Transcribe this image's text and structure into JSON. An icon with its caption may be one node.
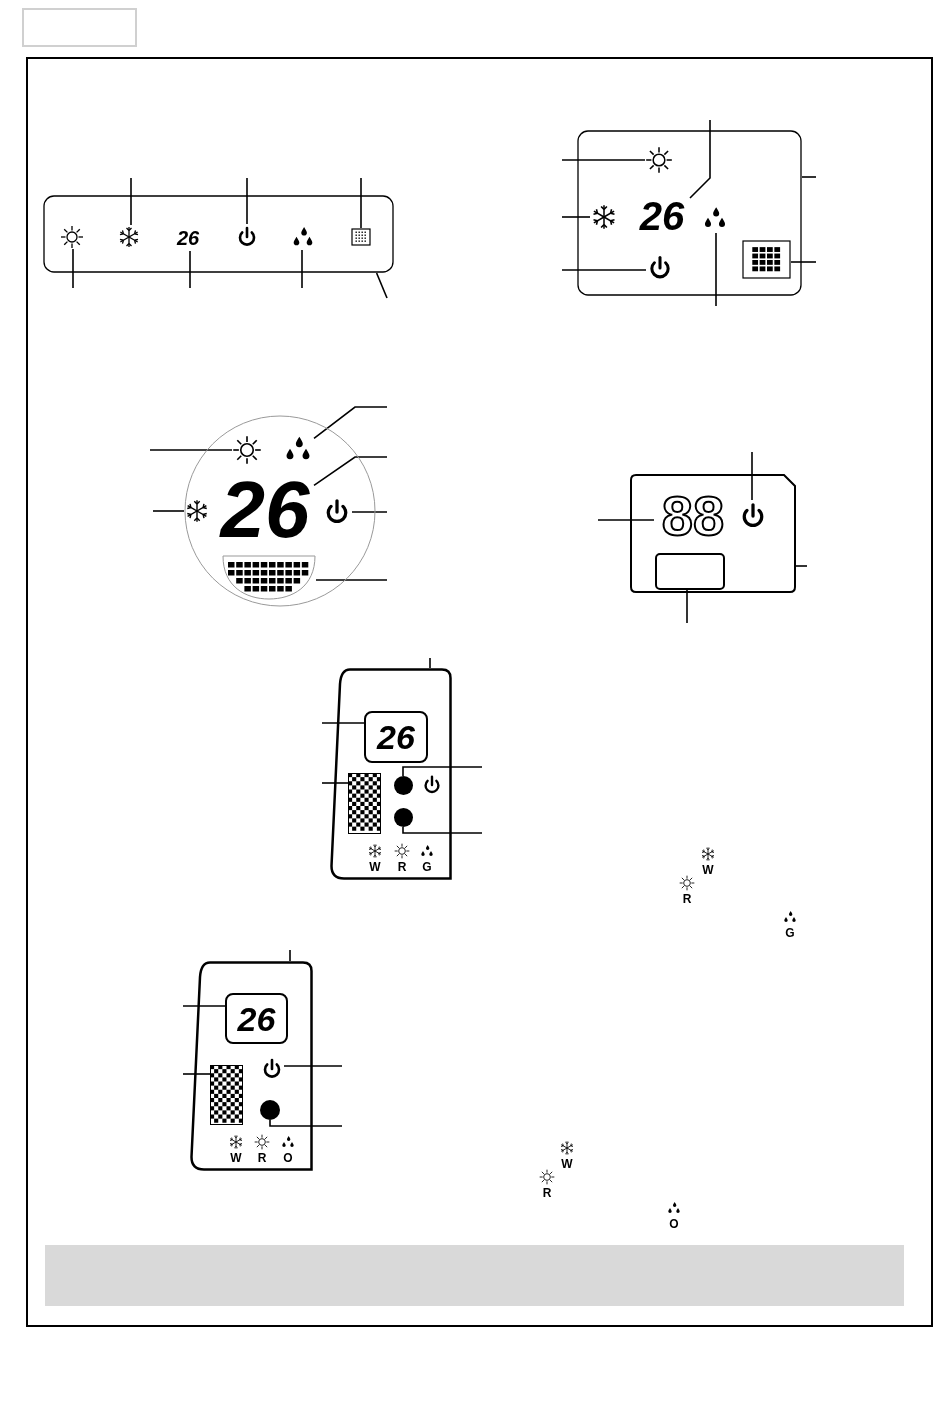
{
  "diagram": {
    "nodes": [
      {
        "text": [],
        "shape": "box"
      },
      {
        "text": [],
        "shape": "sun",
        "in": 0
      },
      {
        "text": [],
        "shape": "snowflake",
        "in": 0
      },
      {
        "text": [
          "26"
        ],
        "in": 0
      },
      {
        "text": [],
        "shape": "power",
        "in": 0
      },
      {
        "text": [],
        "shape": "drops",
        "in": 0
      },
      {
        "text": [],
        "shape": "grid",
        "in": 0
      },
      {
        "text": [],
        "shape": "box"
      },
      {
        "text": [],
        "shape": "sun",
        "in": 7
      },
      {
        "text": [],
        "shape": "snowflake",
        "in": 7
      },
      {
        "text": [
          "26"
        ],
        "in": 7
      },
      {
        "text": [],
        "shape": "drops",
        "in": 7
      },
      {
        "text": [],
        "shape": "power",
        "in": 7
      },
      {
        "text": [],
        "shape": "grid",
        "in": 7
      },
      {
        "text": [],
        "shape": "circle"
      },
      {
        "text": [],
        "shape": "sun",
        "in": 14
      },
      {
        "text": [],
        "shape": "drops",
        "in": 14
      },
      {
        "text": [],
        "shape": "snowflake",
        "in": 14
      },
      {
        "text": [
          "26"
        ],
        "in": 14
      },
      {
        "text": [],
        "shape": "power",
        "in": 14
      },
      {
        "text": [],
        "shape": "grid",
        "in": 14
      },
      {
        "text": [],
        "shape": "box"
      },
      {
        "text": [
          "88"
        ],
        "in": 21
      },
      {
        "text": [],
        "shape": "power",
        "in": 21
      },
      {
        "text": [],
        "shape": "box",
        "in": 21
      },
      {
        "text": [],
        "shape": "box"
      },
      {
        "text": [
          "26"
        ],
        "in": 25
      },
      {
        "text": [],
        "shape": "grid",
        "in": 25
      },
      {
        "text": [],
        "shape": "dot",
        "in": 25
      },
      {
        "text": [],
        "shape": "power",
        "in": 25
      },
      {
        "text": [],
        "shape": "dot",
        "in": 25
      },
      {
        "text": [],
        "shape": "box"
      },
      {
        "text": [
          "26"
        ],
        "in": 31
      },
      {
        "text": [],
        "shape": "grid",
        "in": 31
      },
      {
        "text": [],
        "shape": "power",
        "in": 31
      },
      {
        "text": [],
        "shape": "dot",
        "in": 31
      },
      {
        "text": [],
        "shape": "bar"
      }
    ],
    "edges": [
      {
        "from": null,
        "to": 2,
        "arrow": "none"
      },
      {
        "from": null,
        "to": 4,
        "arrow": "none"
      },
      {
        "from": null,
        "to": 6,
        "arrow": "none"
      },
      {
        "from": null,
        "to": 1,
        "arrow": "none"
      },
      {
        "from": null,
        "to": 3,
        "arrow": "none"
      },
      {
        "from": null,
        "to": 5,
        "arrow": "none"
      },
      {
        "from": null,
        "to": 0,
        "arrow": "none"
      },
      {
        "from": null,
        "to": 8,
        "arrow": "none"
      },
      {
        "from": null,
        "to": 9,
        "arrow": "none"
      },
      {
        "from": null,
        "to": 12,
        "arrow": "none"
      },
      {
        "from": null,
        "to": 10,
        "arrow": "none"
      },
      {
        "from": null,
        "to": 11,
        "arrow": "none"
      },
      {
        "from": null,
        "to": 7,
        "arrow": "none"
      },
      {
        "from": null,
        "to": 13,
        "arrow": "none"
      },
      {
        "from": null,
        "to": 15,
        "arrow": "none"
      },
      {
        "from": null,
        "to": 17,
        "arrow": "none"
      },
      {
        "from": null,
        "to": 16,
        "arrow": "none"
      },
      {
        "from": null,
        "to": 18,
        "arrow": "none"
      },
      {
        "from": null,
        "to": 19,
        "arrow": "none"
      },
      {
        "from": null,
        "to": 20,
        "arrow": "none"
      },
      {
        "from": null,
        "to": 22,
        "arrow": "none"
      },
      {
        "from": null,
        "to": 23,
        "arrow": "none"
      },
      {
        "from": null,
        "to": 21,
        "arrow": "none"
      },
      {
        "from": null,
        "to": 24,
        "arrow": "none"
      },
      {
        "from": null,
        "to": 25,
        "arrow": "none"
      },
      {
        "from": null,
        "to": 26,
        "arrow": "none"
      },
      {
        "from": null,
        "to": 27,
        "arrow": "none"
      },
      {
        "from": null,
        "to": 28,
        "arrow": "none"
      },
      {
        "from": null,
        "to": 30,
        "arrow": "none"
      },
      {
        "from": null,
        "to": 31,
        "arrow": "none"
      },
      {
        "from": null,
        "to": 32,
        "arrow": "none"
      },
      {
        "from": null,
        "to": 33,
        "arrow": "none"
      },
      {
        "from": null,
        "to": 34,
        "arrow": "none"
      },
      {
        "from": null,
        "to": 35,
        "arrow": "none"
      }
    ],
    "labels": [
      "W",
      "R",
      "G",
      "W",
      "R",
      "G",
      "W",
      "R",
      "O",
      "W",
      "R",
      "O"
    ]
  }
}
